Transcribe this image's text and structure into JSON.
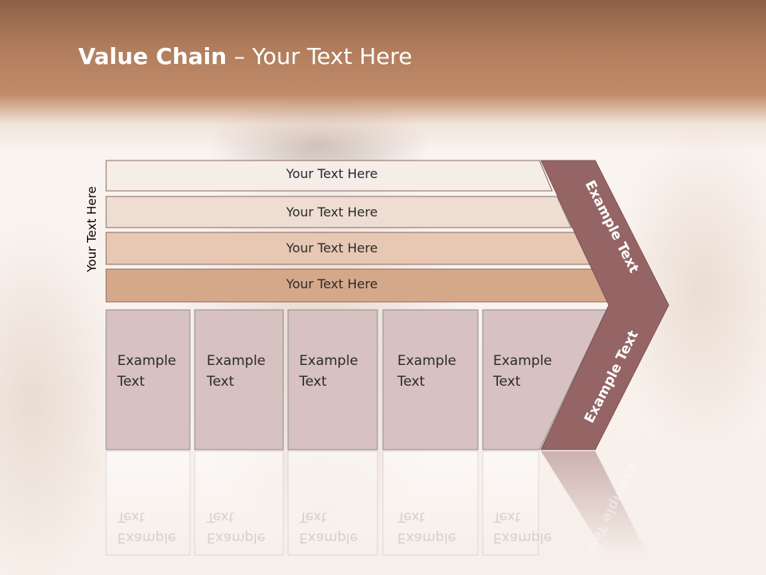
{
  "title": {
    "bold": "Value Chain",
    "rest": " – Your Text Here"
  },
  "side_label": "Your Text Here",
  "bars": [
    {
      "label": "Your Text Here",
      "color": "#f5ede8"
    },
    {
      "label": "Your Text Here",
      "color": "#eeddd2"
    },
    {
      "label": "Your Text Here",
      "color": "#e6c8b4"
    },
    {
      "label": "Your Text Here",
      "color": "#d6a88a"
    }
  ],
  "boxes": [
    {
      "line1": "Example",
      "line2": "Text"
    },
    {
      "line1": "Example",
      "line2": "Text"
    },
    {
      "line1": "Example",
      "line2": "Text"
    },
    {
      "line1": "Example",
      "line2": "Text"
    },
    {
      "line1": "Example",
      "line2": "Text"
    }
  ],
  "arrow": {
    "upper": "Example Text",
    "lower": "Example Text",
    "color": "#956566"
  },
  "colors": {
    "box_fill": "#d7c1c1",
    "box_border": "#8e8e8e",
    "header": "#b07c5b"
  }
}
